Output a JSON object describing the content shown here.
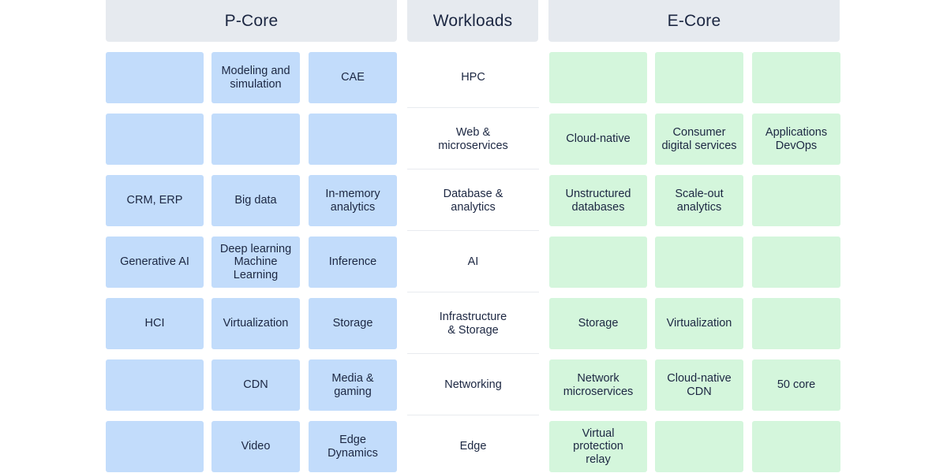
{
  "headers": {
    "p_core": "P-Core",
    "workloads": "Workloads",
    "e_core": "E-Core"
  },
  "rows": [
    {
      "workload": "HPC",
      "p_core": [
        "",
        "Modeling and\nsimulation",
        "CAE"
      ],
      "e_core": [
        "",
        "",
        ""
      ]
    },
    {
      "workload": "Web &\nmicroservices",
      "p_core": [
        "",
        "",
        ""
      ],
      "e_core": [
        "Cloud-native",
        "Consumer\ndigital services",
        "Applications\nDevOps"
      ]
    },
    {
      "workload": "Database &\nanalytics",
      "p_core": [
        "CRM, ERP",
        "Big data",
        "In-memory\nanalytics"
      ],
      "e_core": [
        "Unstructured\ndatabases",
        "Scale-out\nanalytics",
        ""
      ]
    },
    {
      "workload": "AI",
      "p_core": [
        "Generative AI",
        "Deep learning\nMachine\nLearning",
        "Inference"
      ],
      "e_core": [
        "",
        "",
        ""
      ]
    },
    {
      "workload": "Infrastructure\n& Storage",
      "p_core": [
        "HCI",
        "Virtualization",
        "Storage"
      ],
      "e_core": [
        "Storage",
        "Virtualization",
        ""
      ]
    },
    {
      "workload": "Networking",
      "p_core": [
        "",
        "CDN",
        "Media &\ngaming"
      ],
      "e_core": [
        "Network\nmicroservices",
        "Cloud-native\nCDN",
        "50 core"
      ]
    },
    {
      "workload": "Edge",
      "p_core": [
        "",
        "Video",
        "Edge\nDynamics"
      ],
      "e_core": [
        "Virtual\nprotection\nrelay",
        "",
        ""
      ]
    }
  ],
  "colors": {
    "p_core_tile": "#c2dcfb",
    "e_core_tile": "#d4f6dc",
    "header_bg": "#e6eaef",
    "text": "#1c2742"
  }
}
